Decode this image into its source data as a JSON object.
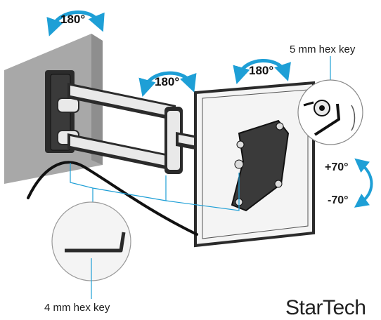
{
  "labels": {
    "rotation_wall": "180°",
    "rotation_arm": "180°",
    "rotation_vesa": "180°",
    "hex_key_top": "5 mm hex key",
    "hex_key_bottom": "4 mm hex key",
    "tilt_up": "+70°",
    "tilt_down": "-70°",
    "brand": "StarTech"
  },
  "colors": {
    "callout_line": "#1e9fd6",
    "rotation_arrow": "#1e9fd6",
    "wall": "#a8a8a8",
    "arm_dark": "#2b2b2b",
    "arm_light": "#e9e9e9",
    "cable": "#111111"
  }
}
